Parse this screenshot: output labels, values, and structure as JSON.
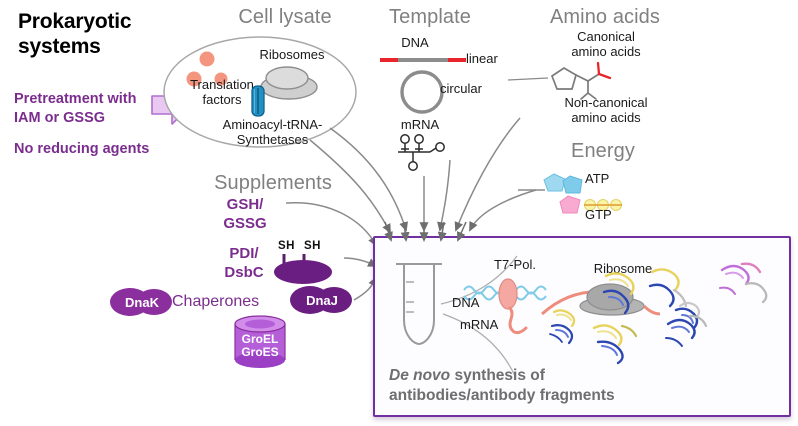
{
  "figure": {
    "title_line1": "Prokaryotic",
    "title_line2": "systems",
    "notes": [
      "Pretreatment with",
      "IAM or GSSG",
      "No reducing agents"
    ]
  },
  "sections": {
    "cell_lysate": {
      "heading": "Cell lysate",
      "items": {
        "translation_factors_line1": "Translation",
        "translation_factors_line2": "factors",
        "ribosomes": "Ribosomes",
        "synthetases_line1": "Aminoacyl-tRNA-",
        "synthetases_line2": "Synthetases"
      }
    },
    "template": {
      "heading": "Template",
      "items": {
        "dna": "DNA",
        "linear": "linear",
        "circular": "circular",
        "mrna": "mRNA"
      }
    },
    "amino_acids": {
      "heading": "Amino acids",
      "items": {
        "canonical_line1": "Canonical",
        "canonical_line2": "amino acids",
        "noncanonical_line1": "Non-canonical",
        "noncanonical_line2": "amino acids"
      }
    },
    "energy": {
      "heading": "Energy",
      "items": {
        "atp": "ATP",
        "gtp": "GTP"
      }
    },
    "supplements": {
      "heading": "Supplements",
      "items": {
        "gsh_line1": "GSH/",
        "gsh_line2": "GSSG",
        "pdi_line1": "PDI/",
        "pdi_line2": "DsbC",
        "sh_left": "SH",
        "sh_right": "SH",
        "chaperones": "Chaperones",
        "dnak": "DnaK",
        "dnaj": "DnaJ",
        "groel": "GroEL",
        "groes": "GroES"
      }
    },
    "reaction": {
      "labels": {
        "t7pol": "T7-Pol.",
        "dna": "DNA",
        "mrna": "mRNA",
        "ribosome": "Ribosome"
      },
      "caption_italic": "De novo",
      "caption_rest": " synthesis of",
      "caption_line2": "antibodies/antibody fragments"
    }
  },
  "colors": {
    "purple_text": "#7B2D8E",
    "box_border": "#7030A0",
    "heading_gray": "#808080",
    "dna_red": "#E8252A",
    "dna_gray": "#8C8C8C",
    "lysate_outline": "#A8A8A8",
    "translation_factor_dot": "#F4967F",
    "synthetase_blue": "#1C7FB5",
    "ribosome_gray": "#C9C9C9",
    "atp_blue": "#8FD4EE",
    "gtp_pink": "#F7A8CC",
    "phosphate_yellow": "#F7EFA0",
    "chaperone_purple": "#7B2D8E",
    "groel_purple": "#B05FD0",
    "arrow_gray": "#6E6E6E",
    "mrna_salmon": "#EE8D7E",
    "t7pol_pink": "#F4A6A0"
  }
}
